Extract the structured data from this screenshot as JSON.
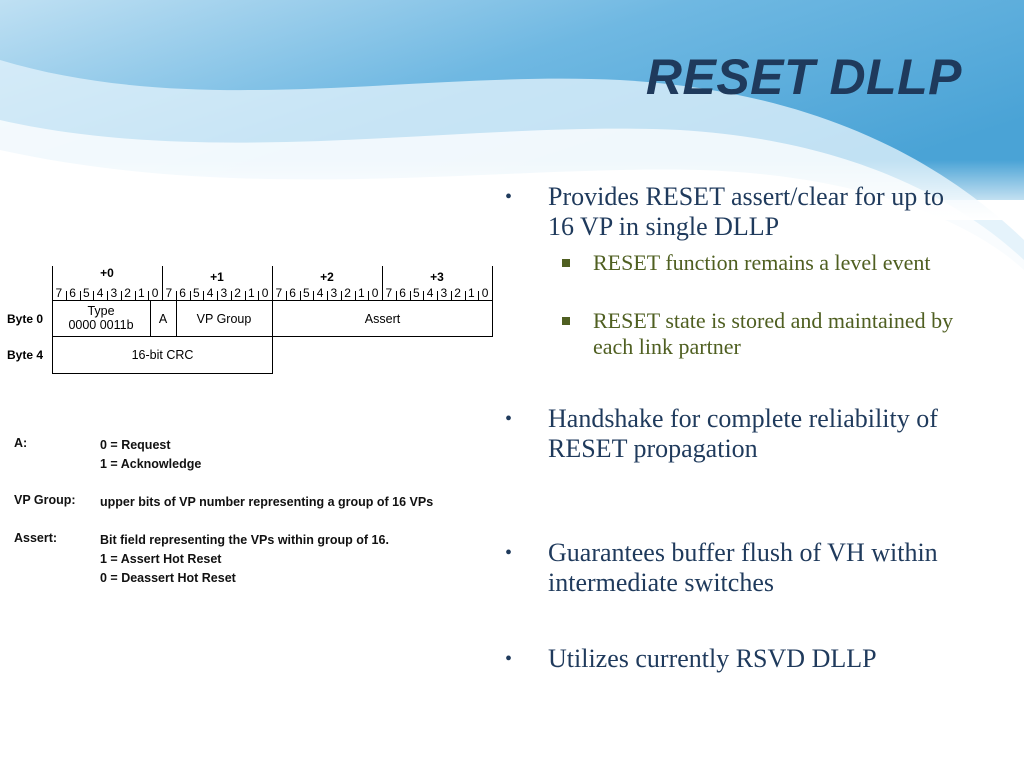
{
  "slide": {
    "title": "RESET DLLP",
    "colors": {
      "title": "#1f3a5c",
      "bullet_level1": "#1f3a5c",
      "bullet_level2": "#4f5f21",
      "wave": "#5aa9d8"
    }
  },
  "diagram": {
    "byte_offsets": [
      "+0",
      "+1",
      "+2",
      "+3"
    ],
    "bit_labels": [
      "7",
      "6",
      "5",
      "4",
      "3",
      "2",
      "1",
      "0"
    ],
    "rows": [
      "Byte 0",
      "Byte 4"
    ],
    "fields": {
      "type_line1": "Type",
      "type_line2": "0000 0011b",
      "a": "A",
      "vp_group": "VP Group",
      "assert": "Assert",
      "crc": "16-bit CRC"
    }
  },
  "legend": [
    {
      "key": "A:",
      "lines": [
        "0 = Request",
        "1 = Acknowledge"
      ]
    },
    {
      "key": "VP Group:",
      "lines": [
        "upper bits of VP number representing a group of 16 VPs"
      ]
    },
    {
      "key": "Assert:",
      "lines": [
        "Bit field representing the VPs within group of 16.",
        "1 = Assert Hot Reset",
        "0 = Deassert Hot Reset"
      ]
    }
  ],
  "bullets": [
    {
      "text": "Provides RESET assert/clear for up to 16 VP in single DLLP",
      "sub": [
        "RESET function remains a level event",
        "RESET state is stored and maintained by each link partner"
      ]
    },
    {
      "text": "Handshake for complete reliability of RESET propagation"
    },
    {
      "text": "Guarantees buffer flush of VH within intermediate switches"
    },
    {
      "text": "Utilizes currently RSVD DLLP"
    }
  ]
}
